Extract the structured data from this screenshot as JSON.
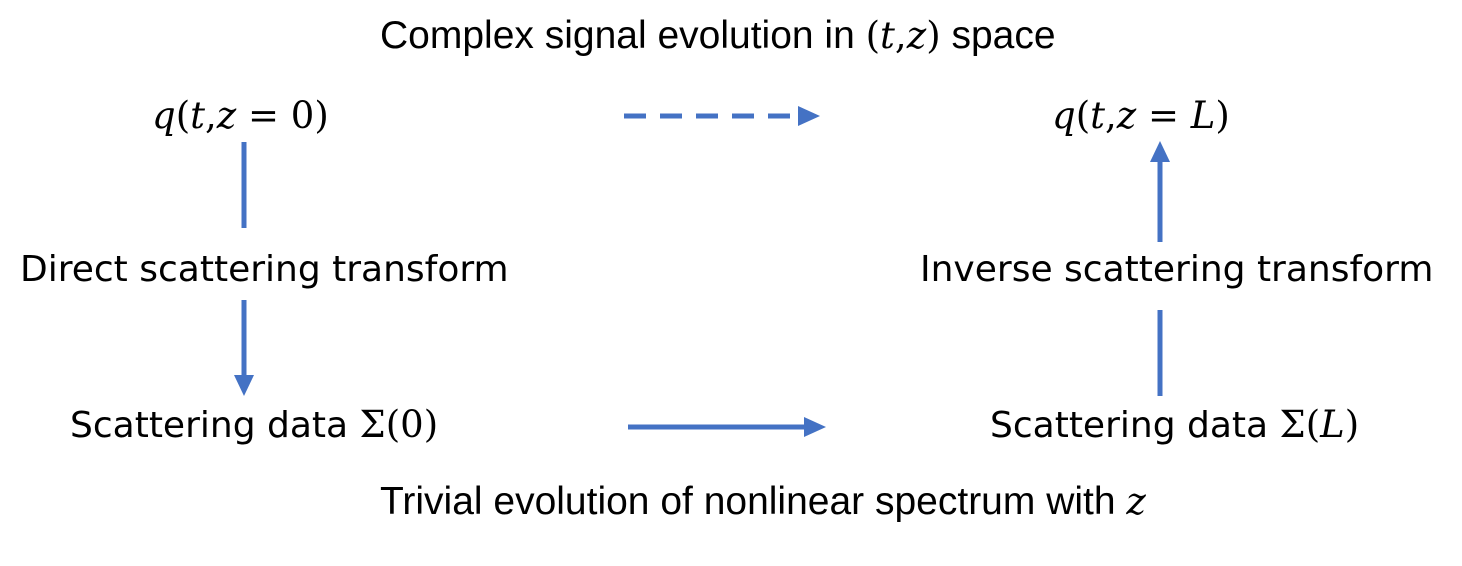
{
  "title": {
    "prefix": "Complex signal evolution in ",
    "open": "(",
    "t": "t",
    "comma": ",",
    "z": "z",
    "close": ")",
    "suffix": " space"
  },
  "signal_start": {
    "q": "q",
    "open": "(",
    "t": "t",
    "comma": ",",
    "z": "z",
    "eq": " = ",
    "value": "0",
    "close": ")"
  },
  "signal_end": {
    "q": "q",
    "open": "(",
    "t": "t",
    "comma": ",",
    "z": "z",
    "eq": " = ",
    "value": "L",
    "close": ")"
  },
  "direct_transform": "Direct scattering transform",
  "inverse_transform": "Inverse scattering transform",
  "scatter_start": {
    "text": "Scattering data ",
    "sigma": "Σ",
    "open": "(",
    "value": "0",
    "close": ")"
  },
  "scatter_end": {
    "text": "Scattering data ",
    "sigma": "Σ",
    "open": "(",
    "value": "L",
    "close": ")"
  },
  "bottom_caption": {
    "text": "Trivial evolution of nonlinear spectrum with ",
    "z": "z"
  },
  "colors": {
    "arrow": "#4472C4",
    "text": "#000000"
  }
}
